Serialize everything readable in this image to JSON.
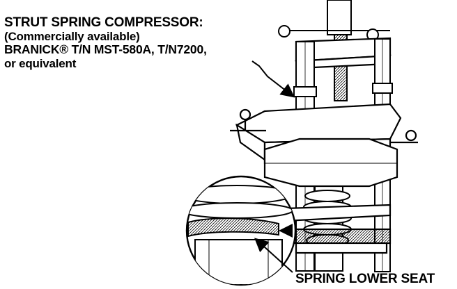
{
  "callouts": {
    "tool": {
      "line1": "STRUT SPRING COMPRESSOR:",
      "line2": "(Commercially available)",
      "line3": "BRANICK® T/N MST-580A, T/N7200,",
      "line4": "or equivalent"
    },
    "part": {
      "label": "SPRING LOWER SEAT"
    }
  },
  "colors": {
    "ink": "#000000",
    "paper": "#ffffff",
    "shade": "#9a9a9a"
  }
}
